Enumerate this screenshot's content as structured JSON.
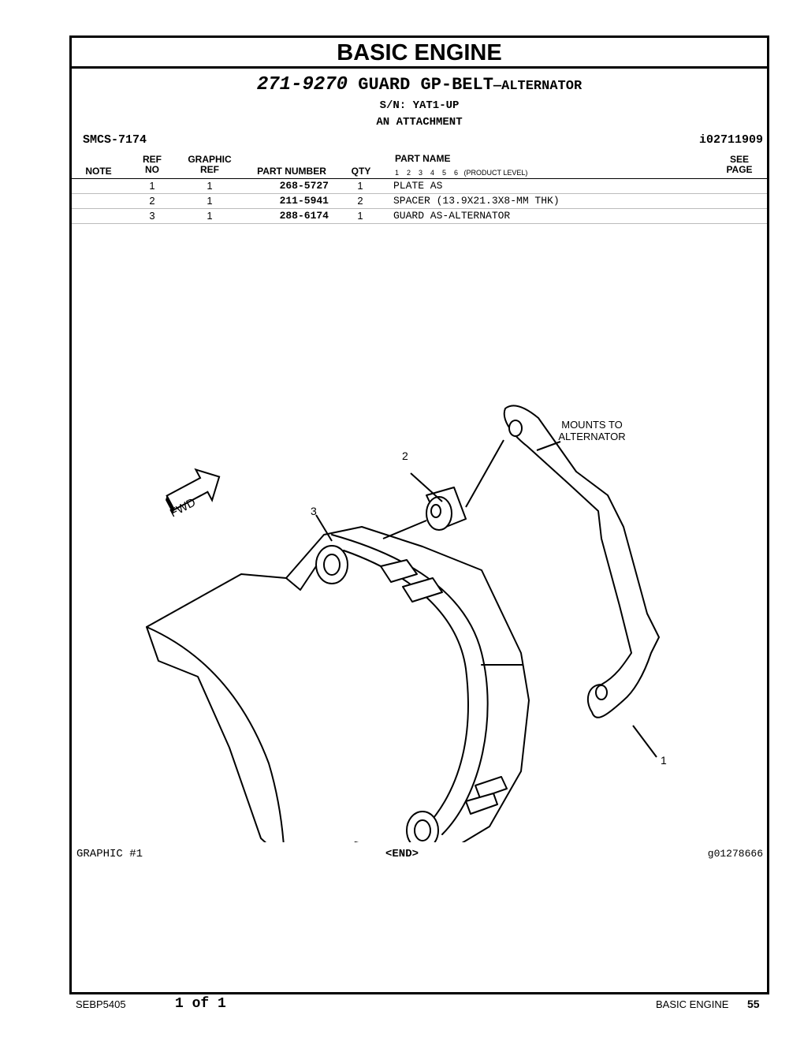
{
  "header": {
    "section_title": "BASIC ENGINE",
    "part_number": "271-9270",
    "part_name": "GUARD GP-BELT",
    "part_name_suffix": "—ALTERNATOR",
    "serial": "S/N: YAT1-UP",
    "attachment": "AN ATTACHMENT",
    "smcs": "SMCS-7174",
    "illustration_id": "i02711909"
  },
  "columns": {
    "note": "NOTE",
    "ref_top": "REF",
    "ref_bottom": "NO",
    "graphic_top": "GRAPHIC",
    "graphic_bottom": "REF",
    "part_number": "PART NUMBER",
    "qty": "QTY",
    "part_name": "PART NAME",
    "levels": "1    2    3    4    5    6   (PRODUCT LEVEL)",
    "see_top": "SEE",
    "see_bottom": "PAGE"
  },
  "rows": [
    {
      "ref": "1",
      "graphic": "1",
      "part_number": "268-5727",
      "qty": "1",
      "name": "PLATE AS"
    },
    {
      "ref": "2",
      "graphic": "1",
      "part_number": "211-5941",
      "qty": "2",
      "name": "SPACER (13.9X21.3X8-MM THK)"
    },
    {
      "ref": "3",
      "graphic": "1",
      "part_number": "288-6174",
      "qty": "1",
      "name": "GUARD AS-ALTERNATOR"
    }
  ],
  "drawing": {
    "callout_1": "1",
    "callout_2": "2",
    "callout_3": "3",
    "mounts_line1": "MOUNTS TO",
    "mounts_line2": "ALTERNATOR",
    "fwd": "FWD"
  },
  "caption": {
    "graphic": "GRAPHIC #1",
    "end": "<END>",
    "graphic_id": "g01278666"
  },
  "footer": {
    "doc": "SEBP5405",
    "pages": "1 of 1",
    "section": "BASIC ENGINE",
    "page": "55"
  }
}
